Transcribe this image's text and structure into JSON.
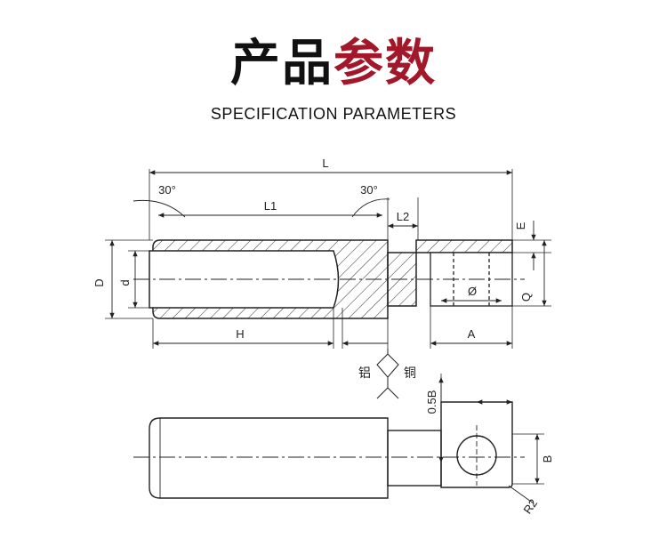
{
  "header": {
    "title_part1": "产品",
    "title_part2": "参数",
    "subtitle": "SPECIFICATION PARAMETERS"
  },
  "colors": {
    "title_black": "#111111",
    "title_accent": "#a3172a",
    "line": "#222222"
  },
  "drawing": {
    "dims": {
      "L": "L",
      "L1": "L1",
      "L2": "L2",
      "angle_left": "30°",
      "angle_right": "30°",
      "E": "E",
      "D": "D",
      "d": "d",
      "Q": "Q",
      "phi": "Ø",
      "H": "H",
      "A": "A",
      "half_B": "0.5B",
      "B": "B",
      "R2": "R2"
    },
    "materials": {
      "aluminium": "铝",
      "copper": "铜"
    }
  }
}
